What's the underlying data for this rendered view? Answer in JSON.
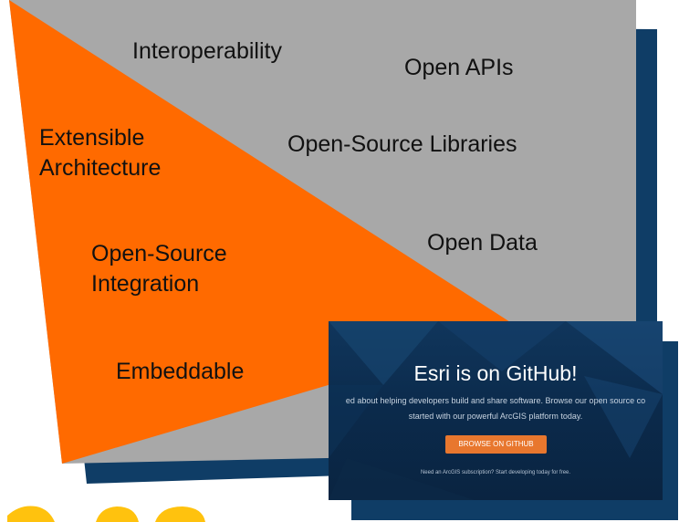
{
  "diagram": {
    "gray_region_labels": [
      "Interoperability",
      "Open APIs",
      "Open-Source Libraries",
      "Open Data"
    ],
    "orange_region_labels": [
      "Extensible Architecture",
      "Open-Source Integration",
      "Embeddable"
    ]
  },
  "github_card": {
    "title": "Esri is on GitHub!",
    "body_line_1": "ed about helping developers build and share software. Browse our open source co",
    "body_line_2": "started with our powerful ArcGIS platform today.",
    "button_label": "BROWSE ON GITHUB",
    "footer": "Need an ArcGIS subscription? Start developing today for free."
  },
  "colors": {
    "gray": "#a8a8a8",
    "orange": "#ff6a00",
    "navy": "#0f3d66",
    "yellow": "#ffc20e",
    "button": "#e8772e"
  }
}
